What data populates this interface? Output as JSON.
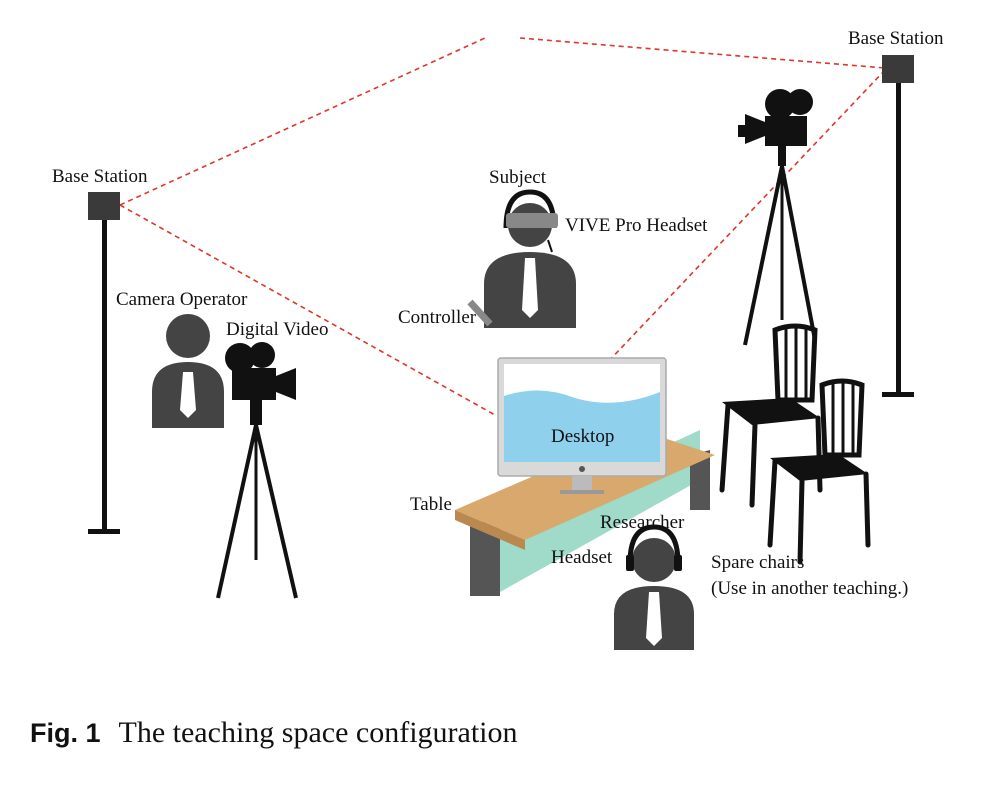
{
  "labels": {
    "base_station_left": "Base Station",
    "base_station_right": "Base Station",
    "subject": "Subject",
    "vive_headset": "VIVE Pro Headset",
    "camera_operator": "Camera Operator",
    "digital_video": "Digital Video",
    "controller": "Controller",
    "desktop": "Desktop",
    "table": "Table",
    "researcher": "Researcher",
    "headset": "Headset",
    "spare_chairs_line1": "Spare chairs",
    "spare_chairs_line2": "(Use in another teaching.)"
  },
  "caption": {
    "fig_label": "Fig. 1",
    "text": "The teaching space configuration"
  },
  "colors": {
    "laser_line": "#e0352b",
    "figure_gray": "#444444",
    "screen_water": "#8fd0ec",
    "table_top": "#d9a86c",
    "table_glass": "#8fd3c0"
  }
}
